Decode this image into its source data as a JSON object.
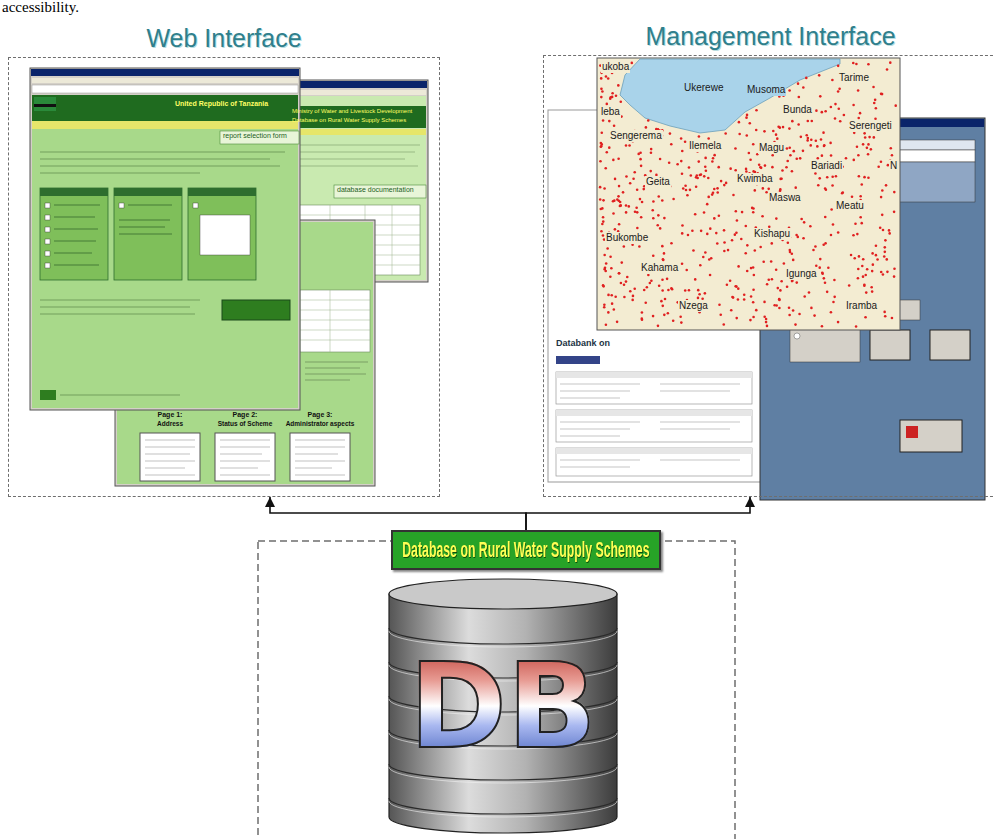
{
  "diagram": {
    "nodes": [
      {
        "text": [
          "Web Interface"
        ]
      },
      {
        "text": [
          "Management Interface"
        ]
      },
      {
        "text": [
          "Database on Rural Water Supply Schemes"
        ]
      },
      {
        "text": [
          "DB"
        ]
      }
    ],
    "edges": [
      {
        "from": 2,
        "to": 0,
        "arrow": "to"
      },
      {
        "from": 2,
        "to": 1,
        "arrow": "to"
      }
    ],
    "labels": [
      "accessibility.",
      "United Republic of Tanzania",
      "Ministry of Water and Livestock Development",
      "Database on Rural Water Supply Schemes",
      "report selection form",
      "database documentation",
      "Page 1:",
      "Address",
      "Page 2:",
      "Status of Scheme",
      "Page 3:",
      "Administrator aspects",
      "Databank on",
      "ukoba",
      "Tarime",
      "Ukerewe",
      "Musoma",
      "leba",
      "Bunda",
      "Serengeti",
      "Sengerema",
      "Ilemela",
      "Magu",
      "Bariadi",
      "N",
      "Geita",
      "Kwimba",
      "Maswa",
      "Meatu",
      "Bukombe",
      "Kishapu",
      "Kahama",
      "Igunga",
      "Nzega",
      "Iramba"
    ]
  }
}
